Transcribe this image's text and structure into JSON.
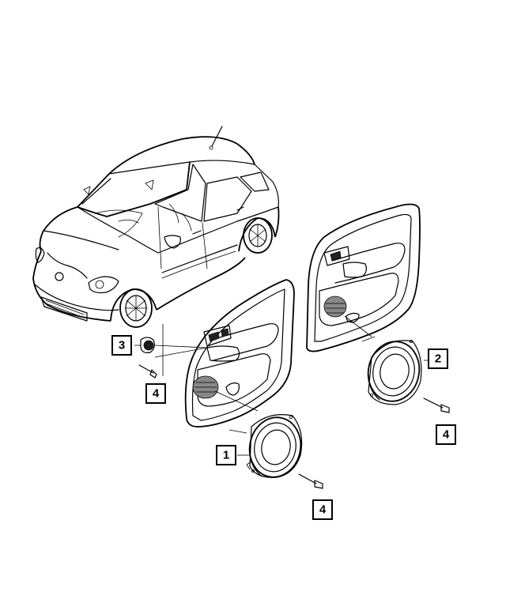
{
  "callouts": [
    {
      "id": "1",
      "label": "1"
    },
    {
      "id": "2",
      "label": "2"
    },
    {
      "id": "3",
      "label": "3"
    },
    {
      "id": "4a",
      "label": "4"
    },
    {
      "id": "4b",
      "label": "4"
    },
    {
      "id": "4c",
      "label": "4"
    }
  ],
  "colors": {
    "line": "#000000",
    "background": "#ffffff"
  }
}
